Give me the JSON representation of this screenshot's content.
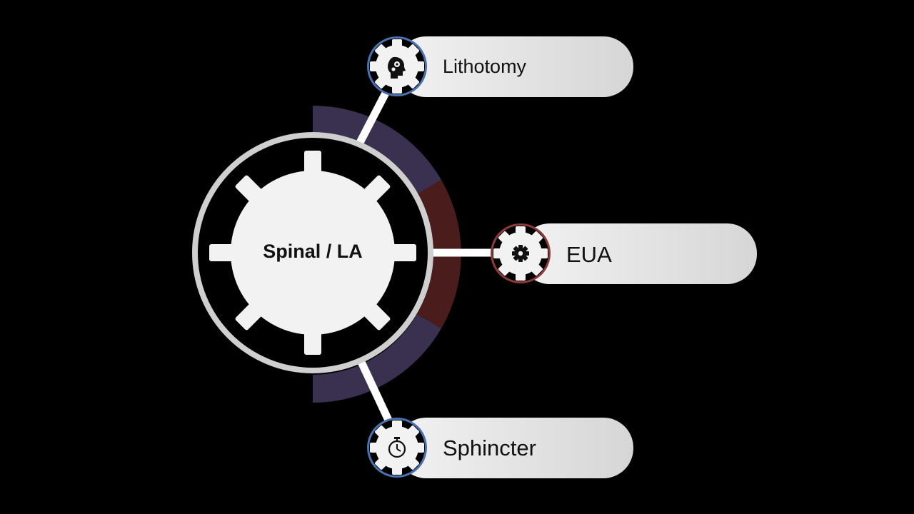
{
  "center": {
    "label": "Spinal / LA"
  },
  "nodes": [
    {
      "label": "Lithotomy",
      "icon": "head-gears-icon",
      "ring_color": "#4a72b0"
    },
    {
      "label": "EUA",
      "icon": "gear-icon",
      "ring_color": "#8b3a3a"
    },
    {
      "label": "Sphincter",
      "icon": "stopwatch-icon",
      "ring_color": "#4a72b0"
    }
  ],
  "colors": {
    "background": "#000000",
    "arc_outer": "#3a3150",
    "arc_middle": "#4a1c1c",
    "pill_light": "#efefef",
    "pill_dark": "#d8d8d8"
  }
}
